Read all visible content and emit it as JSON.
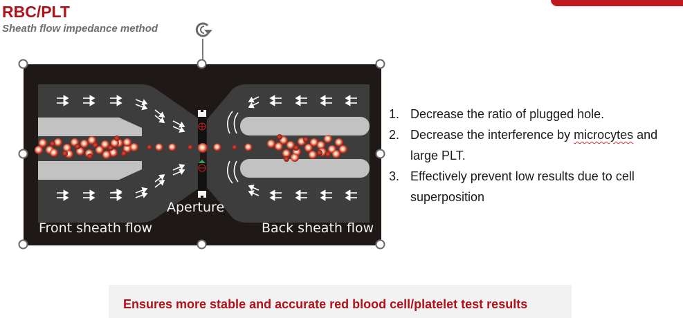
{
  "header": {
    "title": "RBC/PLT",
    "subtitle": "Sheath flow impedance method",
    "accent_color": "#c0191f",
    "title_color": "#b0121a"
  },
  "diagram": {
    "labels": {
      "aperture": "Aperture",
      "front_sheath_flow": "Front sheath flow",
      "back_sheath_flow": "Back sheath flow"
    },
    "electrode_signs": [
      "+",
      "-"
    ],
    "selection_handles": "image-selected",
    "background_color": "#1e1817",
    "channel_color": "#3d3d3d",
    "tube_color": "#c2c2c2",
    "cell_color": "#c8382a"
  },
  "benefits": {
    "items": [
      {
        "num": "1.",
        "text": "Decrease the ratio of plugged hole."
      },
      {
        "num": "2.",
        "text_before": "Decrease the interference by ",
        "spell_word": "microcytes",
        "text_after": " and large PLT."
      },
      {
        "num": "3.",
        "text": "Effectively prevent low results due to cell superposition"
      }
    ]
  },
  "banner": {
    "text": "Ensures more stable and accurate red blood cell/platelet test results"
  }
}
